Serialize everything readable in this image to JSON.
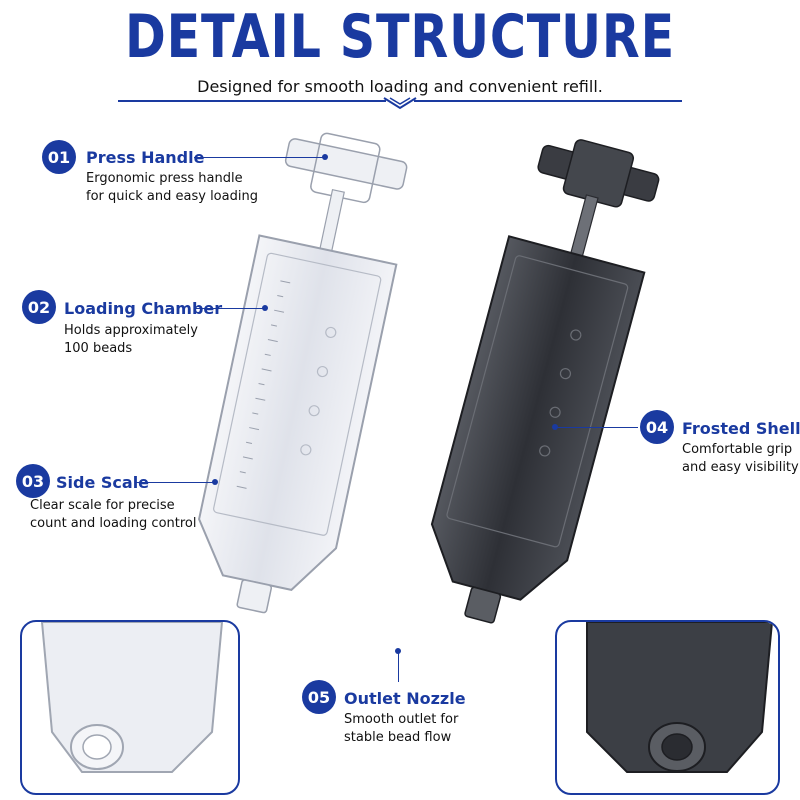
{
  "header": {
    "title": "DETAIL STRUCTURE",
    "subtitle": "Designed for smooth loading and convenient refill."
  },
  "callouts": [
    {
      "number": "01",
      "title": "Press Handle",
      "desc_line1": "Ergonomic press handle",
      "desc_line2": "for quick and easy loading"
    },
    {
      "number": "02",
      "title": "Loading Chamber",
      "desc_line1": "Holds approximately",
      "desc_line2": "100 beads"
    },
    {
      "number": "03",
      "title": "Side Scale",
      "desc_line1": "Clear scale for precise",
      "desc_line2": "count and loading control"
    },
    {
      "number": "04",
      "title": "Frosted Shell",
      "desc_line1": "Comfortable grip",
      "desc_line2": "and easy visibility"
    },
    {
      "number": "05",
      "title": "Outlet Nozzle",
      "desc_line1": "Smooth outlet for",
      "desc_line2": "stable bead flow"
    }
  ],
  "colors": {
    "accent": "#1a3aa0",
    "clear_body": "#e6e8ee",
    "dark_body": "#3a3c42"
  }
}
